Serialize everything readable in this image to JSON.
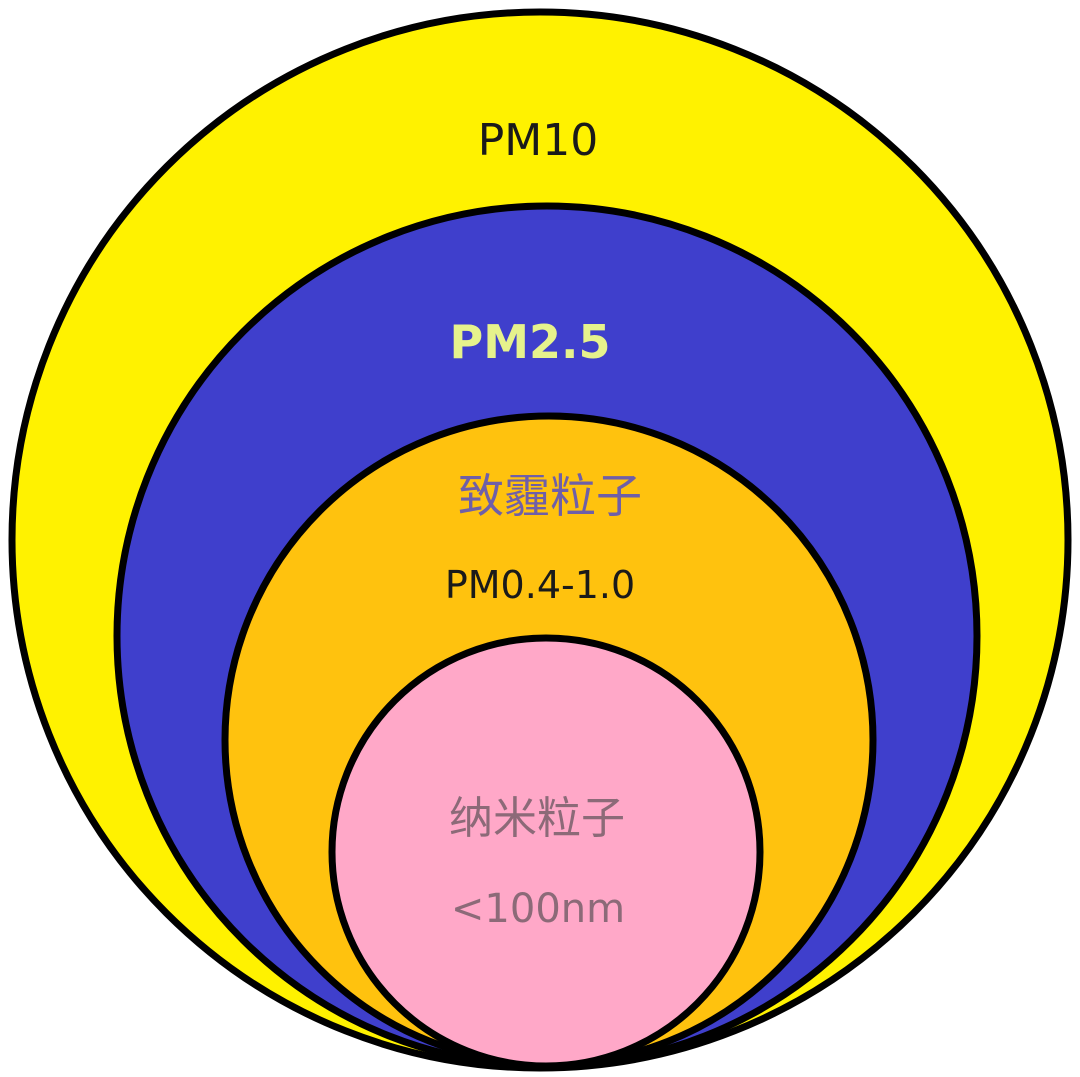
{
  "diagram": {
    "type": "nested-circles",
    "circles": [
      {
        "id": "pm10",
        "label": "PM10",
        "fill": "#FFF200",
        "text_color": "#1A1A1A"
      },
      {
        "id": "pm25",
        "label": "PM2.5",
        "fill": "#3F3FCC",
        "text_color": "#E6F28C"
      },
      {
        "id": "haze",
        "label": "致霾粒子",
        "sublabel": "PM0.4-1.0",
        "fill": "#FFC20E",
        "text_color": "#6F5FA8",
        "sub_text_color": "#1A1A1A"
      },
      {
        "id": "nano",
        "label": "纳米粒子",
        "sublabel": "<100nm",
        "fill": "#FFA8C8",
        "text_color": "#8C6A78"
      }
    ],
    "outline_color": "#000000"
  }
}
